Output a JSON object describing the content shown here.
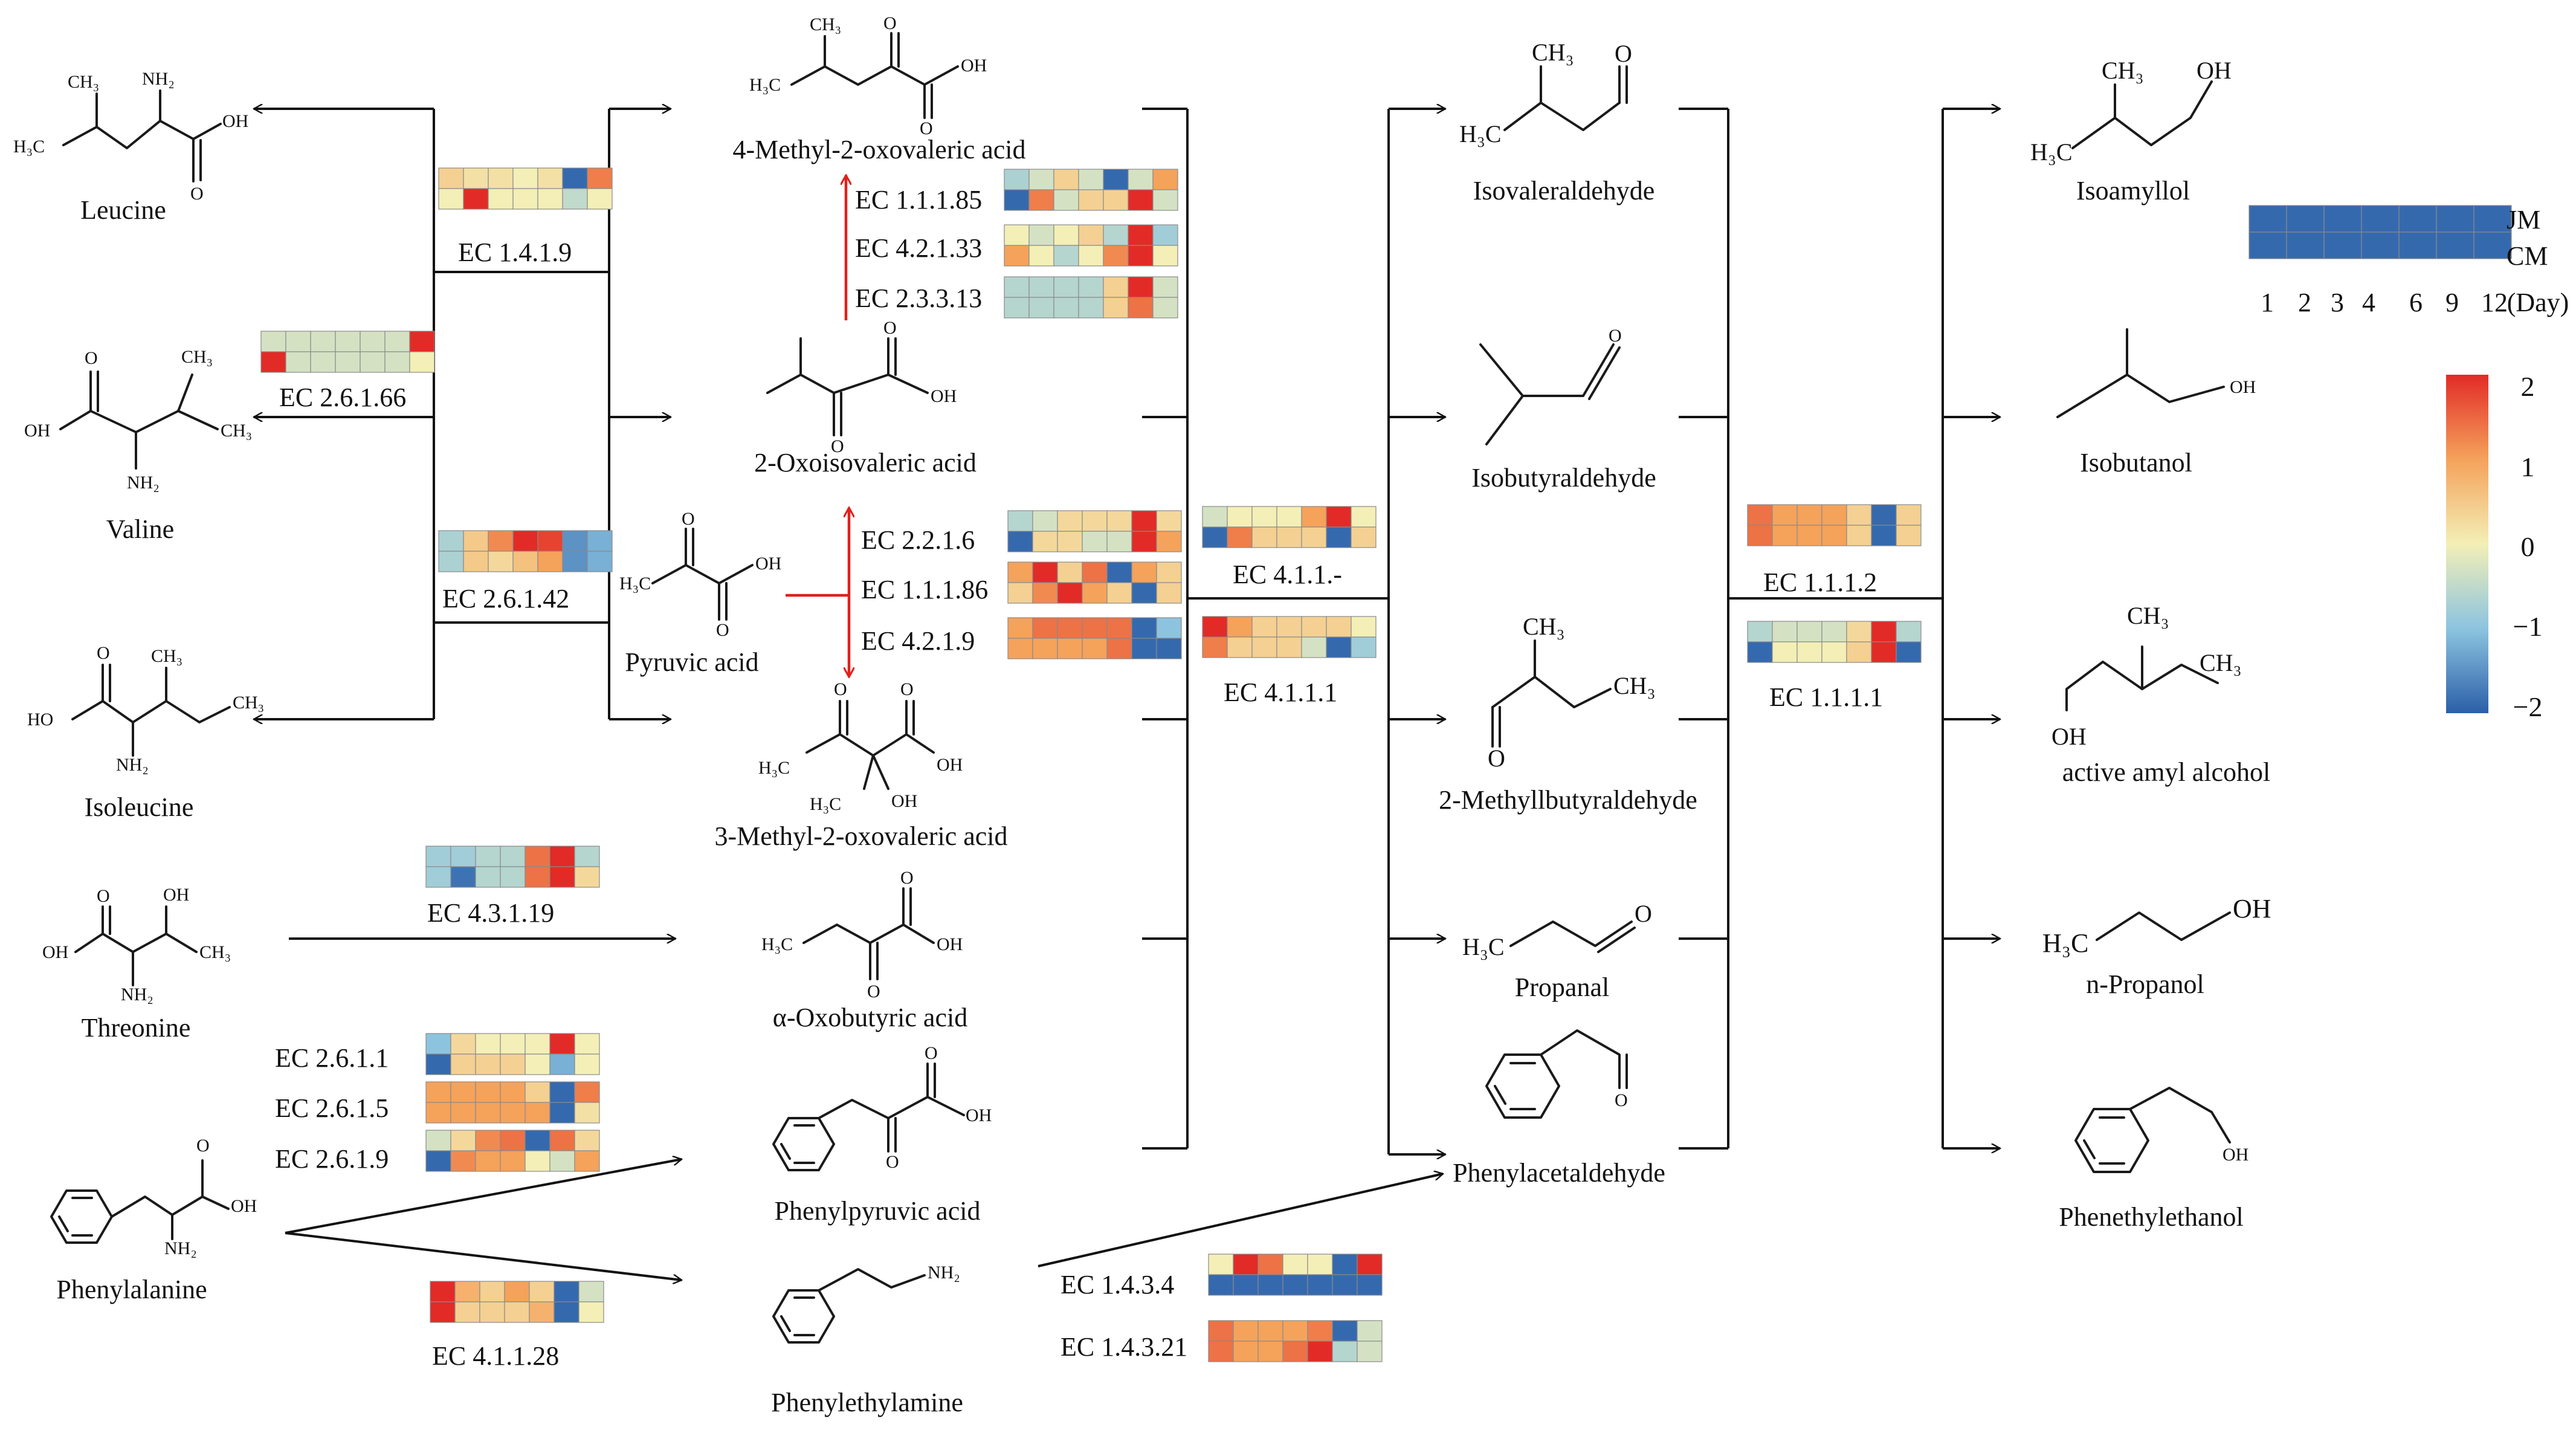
{
  "compounds": {
    "leucine": "Leucine",
    "valine": "Valine",
    "isoleucine": "Isoleucine",
    "threonine": "Threonine",
    "phenylalanine": "Phenylalanine",
    "methyl_oxovaleric_4": "4-Methyl-2-oxovaleric acid",
    "oxoisovaleric": "2-Oxoisovaleric acid",
    "pyruvic": "Pyruvic acid",
    "methyl_oxovaleric_3": "3-Methyl-2-oxovaleric acid",
    "oxobutyric": "α-Oxobutyric acid",
    "phenylpyruvic": "Phenylpyruvic acid",
    "phenylethylamine": "Phenylethylamine",
    "isovaleraldehyde": "Isovaleraldehyde",
    "isobutyraldehyde": "Isobutyraldehyde",
    "methylbutyraldehyde": "2-Methyllbutyraldehyde",
    "propanal": "Propanal",
    "phenylacetaldehyde": "Phenylacetaldehyde",
    "isoamyllol": "Isoamyllol",
    "isobutanol": "Isobutanol",
    "active_amyl": "active amyl alcohol",
    "n_propanol": "n-Propanol",
    "phenethylethanol": "Phenethylethanol"
  },
  "atoms": {
    "ch3": "CH₃",
    "h3c": "H₃C",
    "nh2": "NH₂",
    "oh": "OH",
    "ho": "HO",
    "o": "O",
    "nh": "NH₂"
  },
  "enzymes": {
    "ec_1_4_1_9": "EC 1.4.1.9",
    "ec_2_6_1_66": "EC 2.6.1.66",
    "ec_2_6_1_42": "EC 2.6.1.42",
    "ec_4_3_1_19": "EC 4.3.1.19",
    "ec_2_6_1_1": "EC 2.6.1.1",
    "ec_2_6_1_5": "EC 2.6.1.5",
    "ec_2_6_1_9": "EC 2.6.1.9",
    "ec_4_1_1_28": "EC 4.1.1.28",
    "ec_1_1_1_85": "EC 1.1.1.85",
    "ec_4_2_1_33": "EC 4.2.1.33",
    "ec_2_3_3_13": "EC 2.3.3.13",
    "ec_2_2_1_6": "EC 2.2.1.6",
    "ec_1_1_1_86": "EC 1.1.1.86",
    "ec_4_2_1_9": "EC 4.2.1.9",
    "ec_4_1_1_dash": "EC 4.1.1.-",
    "ec_4_1_1_1": "EC 4.1.1.1",
    "ec_1_4_3_4": "EC 1.4.3.4",
    "ec_1_4_3_21": "EC 1.4.3.21",
    "ec_1_1_1_2": "EC 1.1.1.2",
    "ec_1_1_1_1": "EC 1.1.1.1"
  },
  "legend": {
    "row_labels": [
      "JM",
      "CM"
    ],
    "days": [
      "1",
      "2",
      "3",
      "4",
      "6",
      "9",
      "12"
    ],
    "day_unit": "(Day)",
    "scale_ticks": [
      "2",
      "1",
      "0",
      "−1",
      "−2"
    ],
    "scale_range": [
      -2,
      2
    ]
  },
  "colors": {
    "scale": [
      "#2b5fa8",
      "#8cc4e0",
      "#f3efb6",
      "#f5a25b",
      "#e22b27"
    ],
    "pathway_arrow": "#e0201b"
  },
  "heatmaps": {
    "ec_1_4_1_9": [
      [
        0.4,
        0.2,
        0.2,
        0.0,
        0.2,
        -1.9,
        1.3
      ],
      [
        0.0,
        2.0,
        0.0,
        0.0,
        0.0,
        -0.5,
        0.0
      ]
    ],
    "ec_2_6_1_66": [
      [
        -0.3,
        -0.3,
        -0.3,
        -0.3,
        -0.3,
        -0.3,
        2.0
      ],
      [
        2.0,
        -0.3,
        -0.3,
        -0.3,
        -0.3,
        -0.3,
        0.0
      ]
    ],
    "ec_2_6_1_42": [
      [
        -0.7,
        0.5,
        1.2,
        2.0,
        1.8,
        -1.5,
        -1.2
      ],
      [
        -0.7,
        0.5,
        0.3,
        0.6,
        1.0,
        -1.5,
        -1.2
      ]
    ],
    "ec_4_3_1_19": [
      [
        -0.8,
        -0.8,
        -0.6,
        -0.6,
        1.4,
        2.0,
        -0.6
      ],
      [
        -0.8,
        -1.8,
        -0.6,
        -0.6,
        1.4,
        2.0,
        0.3
      ]
    ],
    "ec_2_6_1_1": [
      [
        -1.0,
        0.3,
        0.0,
        0.0,
        0.0,
        2.0,
        0.0
      ],
      [
        -1.9,
        0.4,
        0.4,
        0.4,
        0.0,
        -1.2,
        0.0
      ]
    ],
    "ec_2_6_1_5": [
      [
        1.0,
        1.0,
        1.0,
        1.0,
        0.4,
        -1.9,
        1.3
      ],
      [
        1.0,
        1.0,
        1.0,
        1.0,
        1.0,
        -1.9,
        0.2
      ]
    ],
    "ec_2_6_1_9": [
      [
        -0.3,
        0.3,
        1.2,
        1.4,
        -1.9,
        1.4,
        0.3
      ],
      [
        -1.9,
        1.2,
        1.0,
        1.0,
        0.0,
        -0.3,
        1.0
      ]
    ],
    "ec_4_1_1_28": [
      [
        2.0,
        0.8,
        0.4,
        1.0,
        0.4,
        -1.9,
        -0.3
      ],
      [
        2.0,
        0.4,
        0.4,
        0.4,
        0.8,
        -1.9,
        0.0
      ]
    ],
    "ec_1_1_1_85": [
      [
        -0.7,
        -0.3,
        0.4,
        -0.3,
        -1.9,
        -0.3,
        1.0
      ],
      [
        -1.9,
        1.3,
        -0.3,
        0.4,
        0.4,
        2.0,
        -0.3
      ]
    ],
    "ec_4_2_1_33": [
      [
        0.0,
        -0.3,
        0.0,
        0.4,
        -0.6,
        2.0,
        -0.8
      ],
      [
        1.0,
        0.0,
        -0.6,
        0.0,
        1.2,
        2.0,
        0.0
      ]
    ],
    "ec_2_3_3_13": [
      [
        -0.6,
        -0.6,
        -0.6,
        -0.6,
        0.4,
        2.0,
        -0.3
      ],
      [
        -0.6,
        -0.6,
        -0.6,
        -0.6,
        0.4,
        1.4,
        -0.3
      ]
    ],
    "ec_2_2_1_6": [
      [
        -0.6,
        -0.3,
        0.3,
        0.3,
        0.3,
        2.0,
        0.3
      ],
      [
        -1.9,
        0.3,
        0.3,
        -0.3,
        -0.3,
        2.0,
        1.0
      ]
    ],
    "ec_1_1_1_86": [
      [
        1.0,
        2.0,
        0.4,
        1.4,
        -1.9,
        1.0,
        0.4
      ],
      [
        0.4,
        1.2,
        2.0,
        1.0,
        0.4,
        -1.9,
        0.4
      ]
    ],
    "ec_4_2_1_9": [
      [
        1.0,
        1.4,
        1.4,
        1.4,
        1.4,
        -1.9,
        -1.0
      ],
      [
        1.0,
        1.0,
        1.0,
        1.0,
        1.4,
        -1.9,
        -1.9
      ]
    ],
    "ec_4_1_1_dash": [
      [
        -0.3,
        0.0,
        0.0,
        0.0,
        1.0,
        2.0,
        0.0
      ],
      [
        -1.9,
        1.3,
        0.4,
        0.4,
        0.4,
        -1.9,
        0.4
      ]
    ],
    "ec_4_1_1_1": [
      [
        2.0,
        1.0,
        0.4,
        0.4,
        0.4,
        0.4,
        0.0
      ],
      [
        1.3,
        0.4,
        0.4,
        0.4,
        -0.3,
        -1.9,
        -0.8
      ]
    ],
    "ec_1_4_3_4": [
      [
        0.0,
        2.0,
        1.4,
        0.0,
        0.0,
        -1.9,
        2.0
      ],
      [
        -1.9,
        -1.9,
        -1.9,
        -1.9,
        -1.9,
        -1.9,
        -1.9
      ]
    ],
    "ec_1_4_3_21": [
      [
        1.4,
        1.0,
        1.0,
        1.0,
        1.3,
        -1.9,
        -0.3
      ],
      [
        1.4,
        1.0,
        1.0,
        1.4,
        2.0,
        -0.6,
        -0.3
      ]
    ],
    "ec_1_1_1_2": [
      [
        1.4,
        1.0,
        1.0,
        1.0,
        0.4,
        -1.9,
        0.4
      ],
      [
        1.4,
        1.0,
        1.0,
        1.0,
        0.4,
        -1.9,
        0.4
      ]
    ],
    "ec_1_1_1_1": [
      [
        -0.6,
        -0.3,
        -0.3,
        -0.3,
        0.3,
        2.0,
        -0.6
      ],
      [
        -1.9,
        0.0,
        0.0,
        0.0,
        0.4,
        2.0,
        -1.9
      ]
    ],
    "legend": [
      [
        -1.9,
        -1.9,
        -1.9,
        -1.9,
        -1.9,
        -1.9,
        -1.9
      ],
      [
        -1.9,
        -1.9,
        -1.9,
        -1.9,
        -1.9,
        -1.9,
        -1.9
      ]
    ]
  }
}
